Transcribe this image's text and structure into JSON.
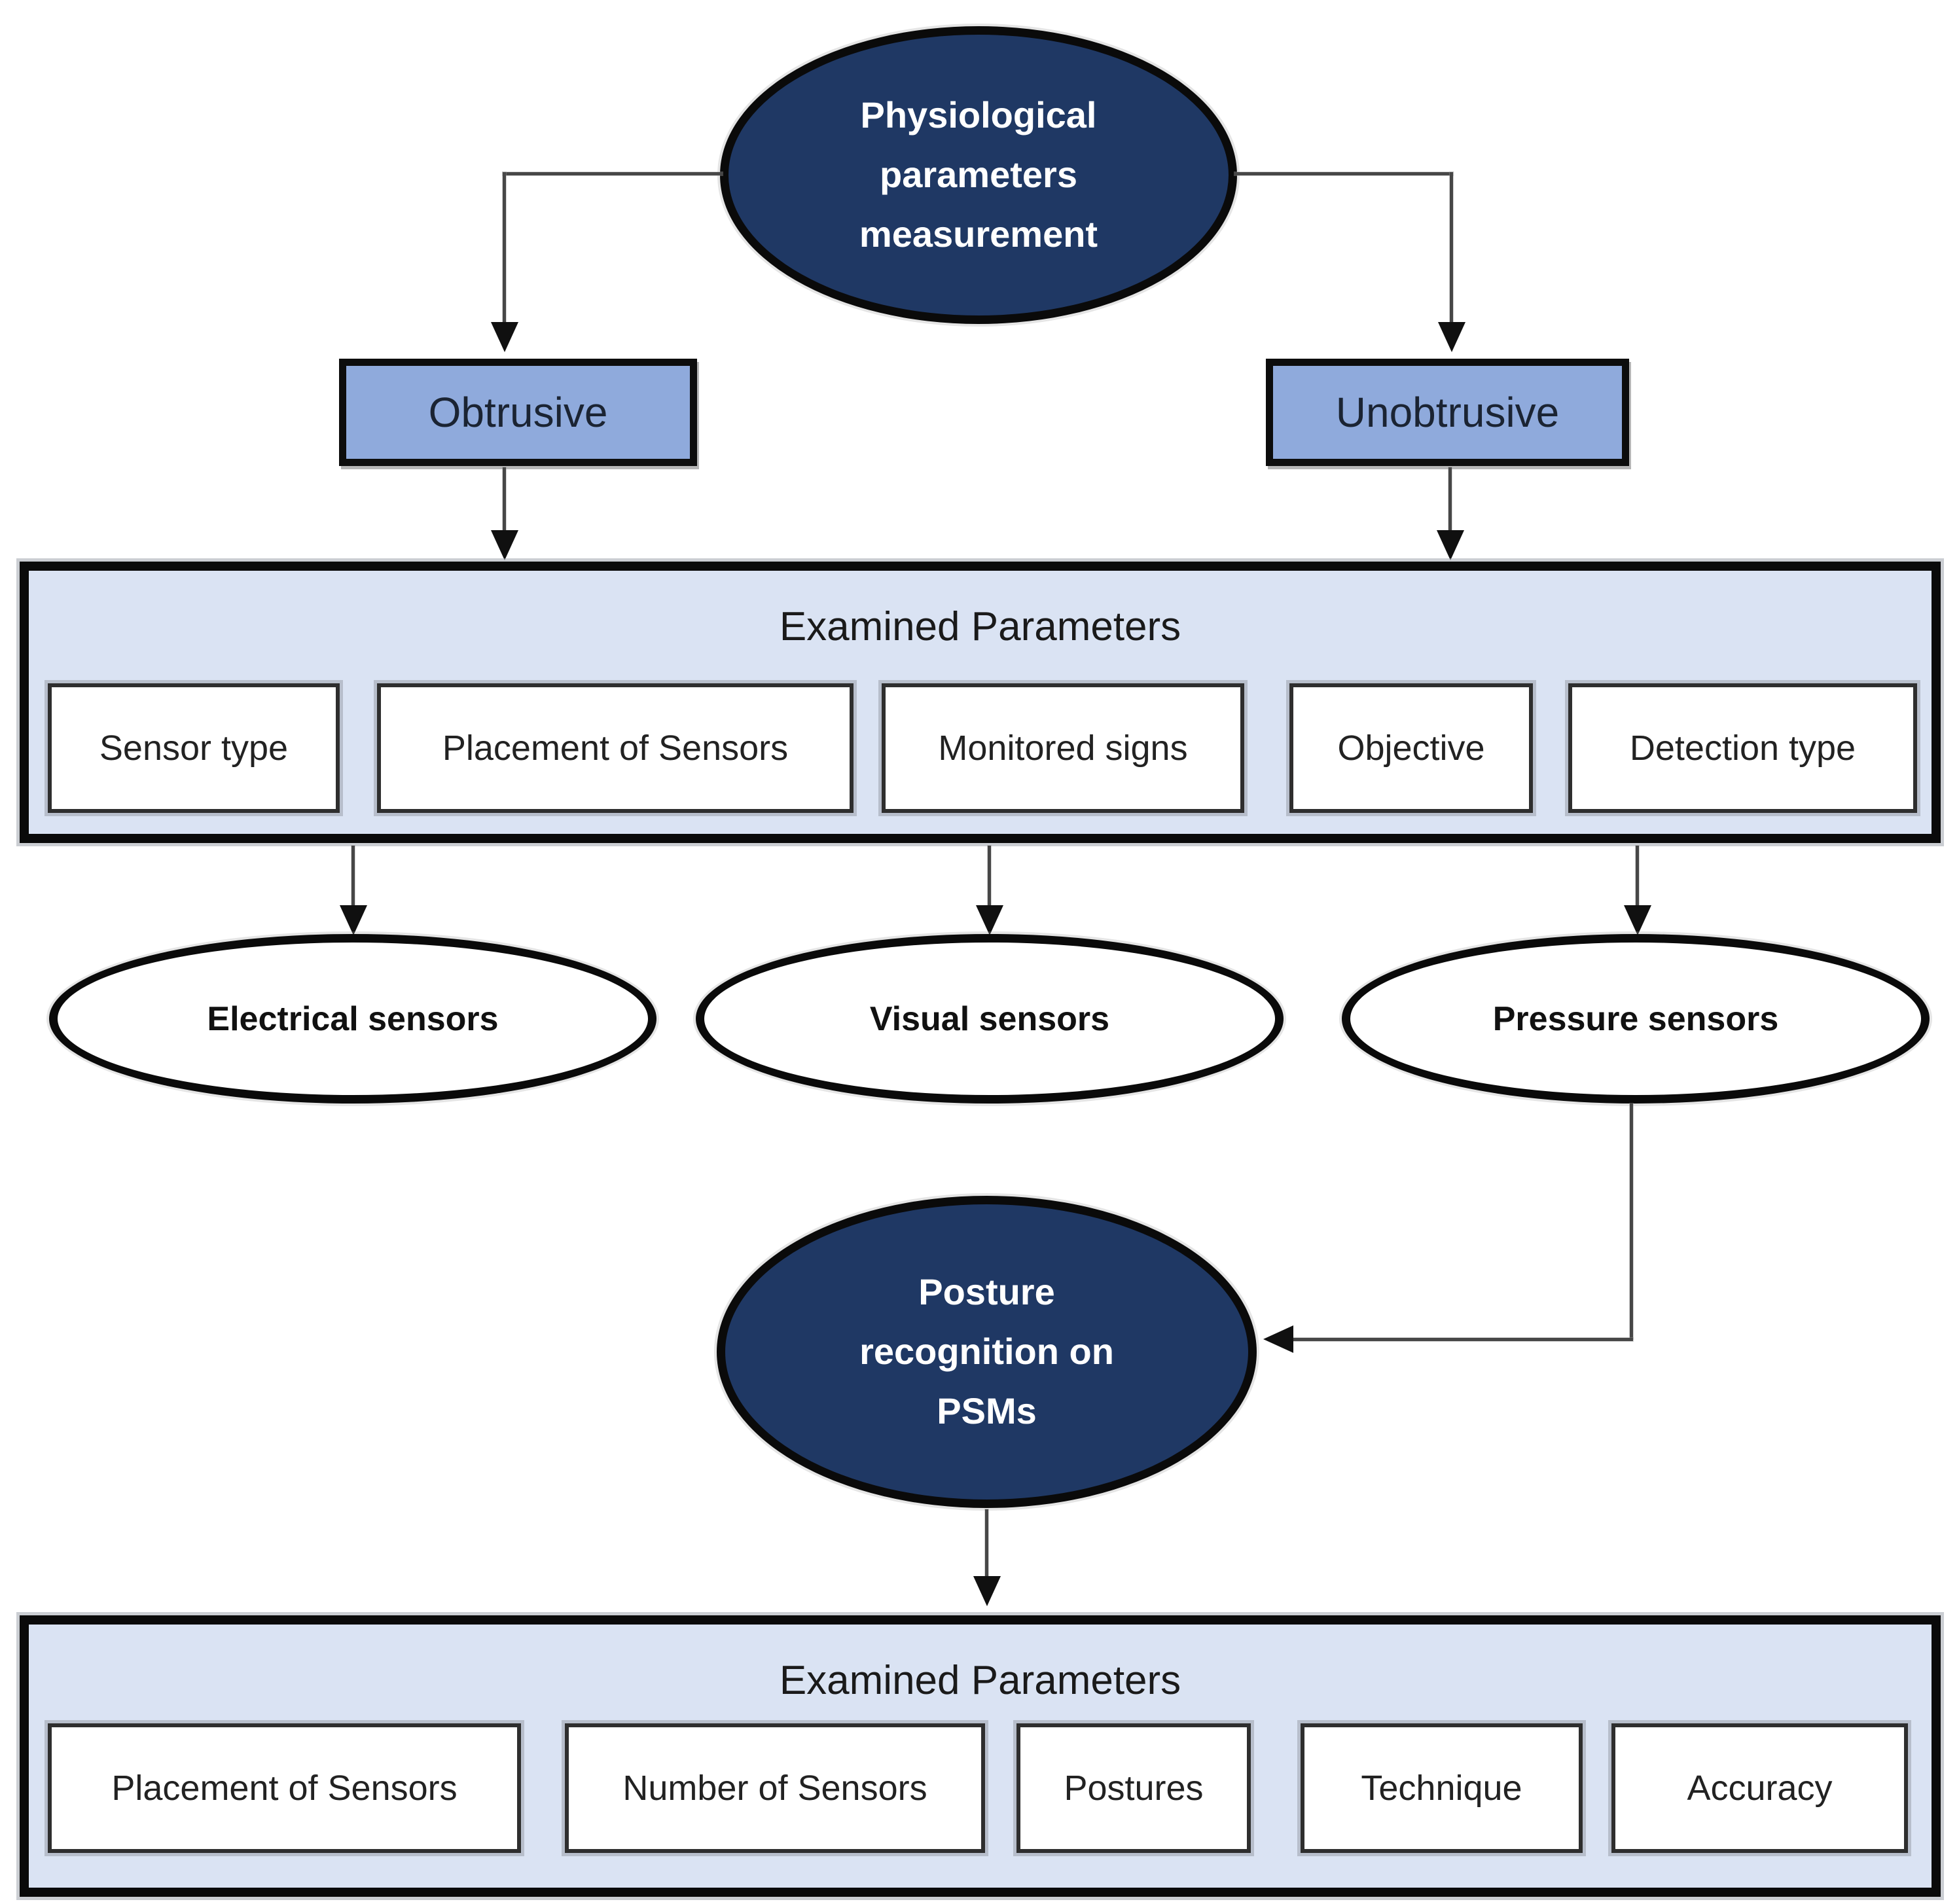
{
  "figure": {
    "root_node": {
      "label": "Physiological parameters measurement"
    },
    "branch_nodes": [
      {
        "label": "Obtrusive"
      },
      {
        "label": "Unobtrusive"
      }
    ],
    "top_panel": {
      "title": "Examined Parameters",
      "items": [
        "Sensor type",
        "Placement of Sensors",
        "Monitored signs",
        "Objective",
        "Detection type"
      ]
    },
    "sensor_nodes": [
      {
        "label": "Electrical sensors"
      },
      {
        "label": "Visual sensors"
      },
      {
        "label": "Pressure sensors"
      }
    ],
    "posture_node": {
      "label": "Posture recognition on PSMs"
    },
    "bottom_panel": {
      "title": "Examined Parameters",
      "items": [
        "Placement of Sensors",
        "Number of Sensors",
        "Postures",
        "Technique",
        "Accuracy"
      ]
    },
    "colors": {
      "dark_node_fill": "#1f3864",
      "dark_node_text": "#ffffff",
      "branch_fill": "#8faadc",
      "panel_fill": "#dae3f3",
      "node_border": "#0a0a0a",
      "connector": "#474747",
      "label_text": "#1a1a1a"
    }
  }
}
